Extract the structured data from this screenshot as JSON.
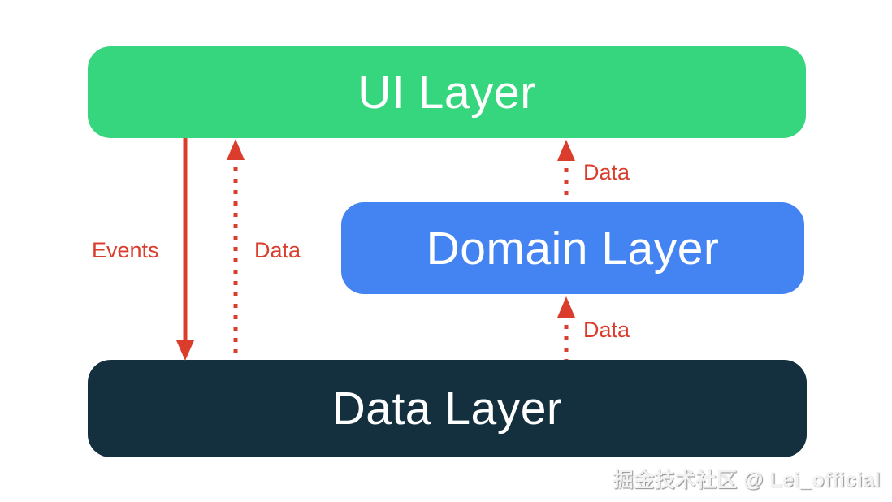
{
  "diagram": {
    "background": "#ffffff",
    "accent_color": "#db3d2c",
    "layer_text_color": "#ffffff",
    "layers": [
      {
        "id": "ui",
        "label": "UI Layer",
        "color": "#35d67d"
      },
      {
        "id": "domain",
        "label": "Domain Layer",
        "color": "#4383f2"
      },
      {
        "id": "data",
        "label": "Data Layer",
        "color": "#14303e"
      }
    ],
    "arrows": [
      {
        "label": "Events",
        "style": "solid",
        "direction": "down",
        "from": "UI Layer",
        "to": "Data Layer"
      },
      {
        "label": "Data",
        "style": "dotted",
        "direction": "up",
        "from": "Data Layer",
        "to": "UI Layer"
      },
      {
        "label": "Data",
        "style": "dotted",
        "direction": "up",
        "from": "Domain Layer",
        "to": "UI Layer"
      },
      {
        "label": "Data",
        "style": "dotted",
        "direction": "up",
        "from": "Data Layer",
        "to": "Domain Layer"
      }
    ]
  },
  "watermark": {
    "text": "掘金技术社区 @ Lei_official"
  }
}
